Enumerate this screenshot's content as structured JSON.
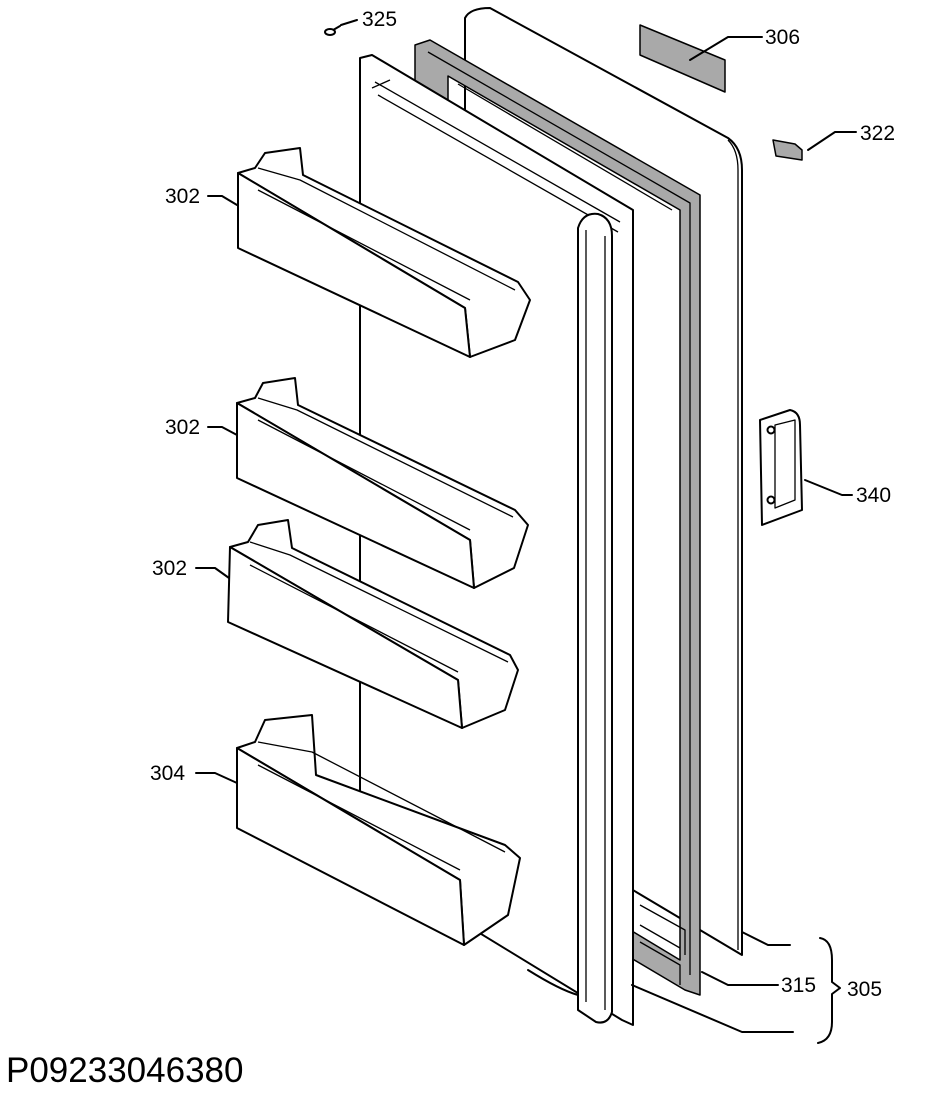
{
  "drawing_code": "P09233046380",
  "part_labels": {
    "screw": "325",
    "plate": "306",
    "cap": "322",
    "shelf_1": "302",
    "shelf_2": "302",
    "shelf_3": "302",
    "bottle_shelf": "304",
    "hinge": "340",
    "gasket": "315",
    "door_assembly": "305"
  }
}
